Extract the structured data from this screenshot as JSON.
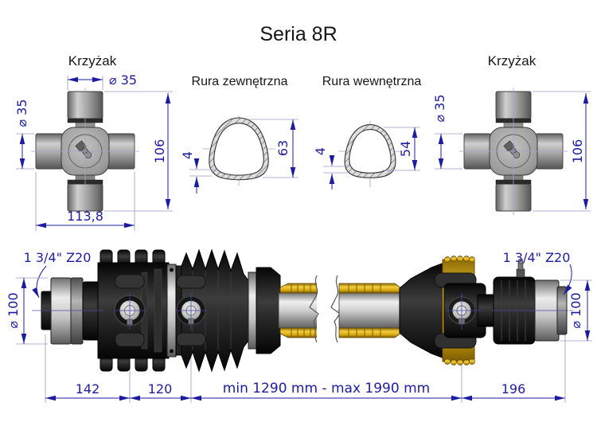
{
  "title": "Seria 8R",
  "colors": {
    "dimension_blue": "#1c1ca0",
    "label_black": "#161616",
    "guard_yellow": "#e3b71e",
    "part_black": "#1a1a1a",
    "metal_silver": "#d9d9d9"
  },
  "left_cross": {
    "label": "Krzyżak",
    "dim_cap_diameter_top": "⌀ 35",
    "dim_cap_diameter_side": "⌀ 35",
    "dim_height": "106",
    "dim_width": "113,8"
  },
  "outer_tube": {
    "label": "Rura zewnętrzna",
    "dim_wall_thickness": "4",
    "dim_outer_size": "63"
  },
  "inner_tube": {
    "label": "Rura wewnętrzna",
    "dim_wall_thickness": "4",
    "dim_outer_size": "54"
  },
  "right_cross": {
    "label": "Krzyżak",
    "dim_cap_diameter_side": "⌀ 35",
    "dim_height": "106"
  },
  "shaft": {
    "spline_left": "1 3/4\" Z20",
    "spline_right": "1 3/4\" Z20",
    "diameter_left": "⌀ 100",
    "diameter_right": "⌀ 100",
    "dim_left_joint": "142",
    "dim_between_joints": "120",
    "dim_length_range": "min 1290 mm - max 1990 mm",
    "dim_right_joint": "196"
  }
}
